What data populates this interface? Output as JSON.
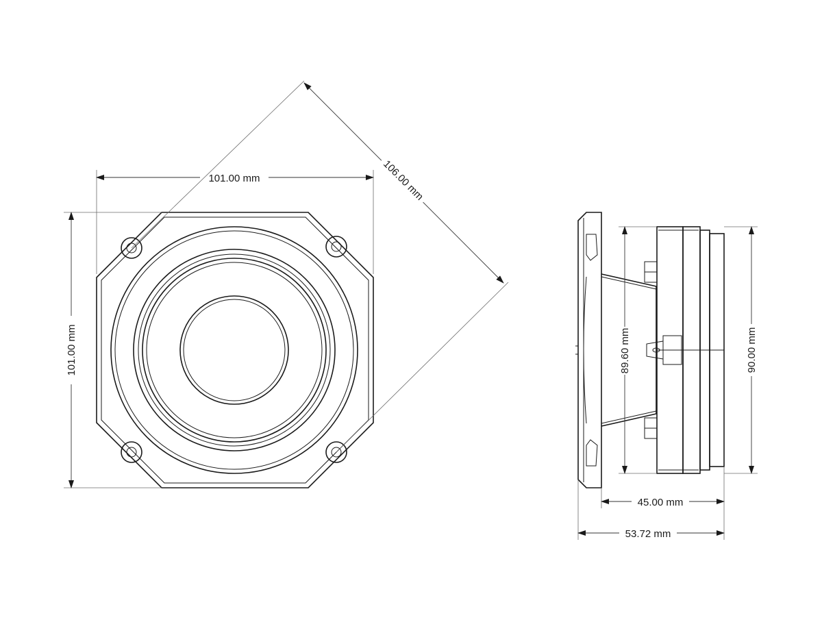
{
  "dimensions": {
    "front_width": "101.00 mm",
    "front_height": "101.00 mm",
    "diagonal": "106.00 mm",
    "side_inner_height": "89.60 mm",
    "side_outer_height": "90.00 mm",
    "side_depth": "45.00 mm",
    "side_total_depth": "53.72 mm"
  },
  "colors": {
    "line": "#1a1a1a",
    "background": "#ffffff"
  }
}
